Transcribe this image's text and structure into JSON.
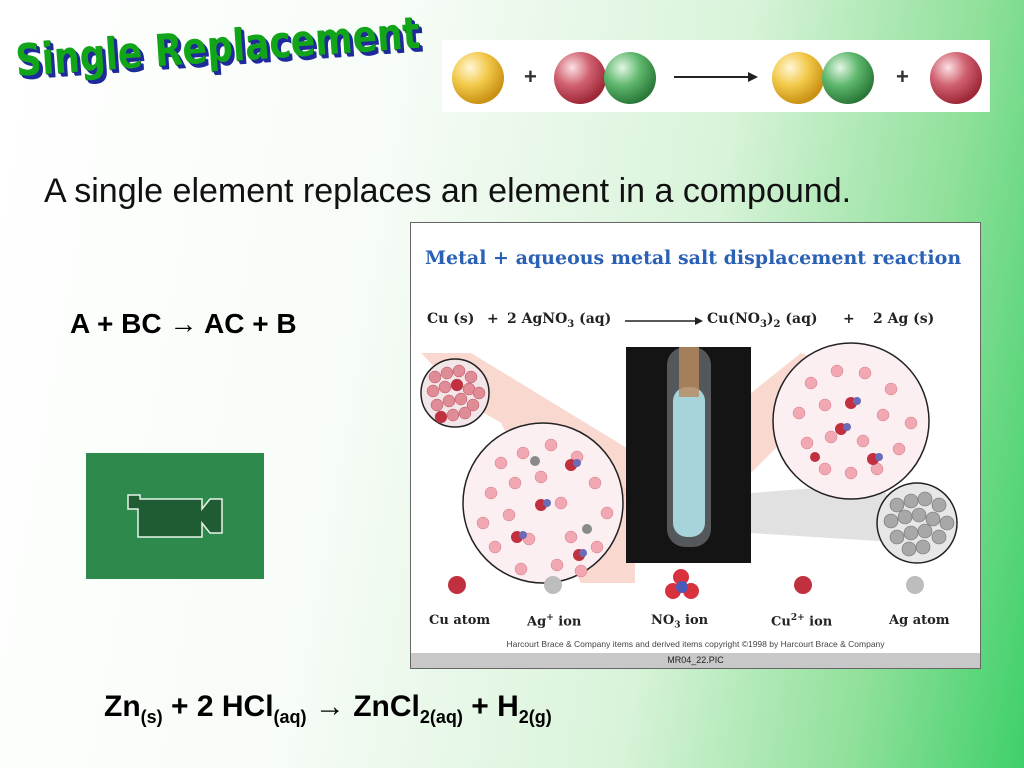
{
  "slide": {
    "title": "Single Replacement",
    "subtitle": "A single element replaces an element in a compound.",
    "general_equation": "A + BC → AC + B",
    "bottom_equation": {
      "zn": "Zn",
      "zn_state": "(s)",
      "plus1": " + 2 HCl",
      "hcl_state": "(aq)",
      "arrow": " →  ZnCl",
      "zncl_sub": "2(aq)",
      "plus2": " + H",
      "h_sub": "2(g)"
    }
  },
  "reaction_strip": {
    "plus_symbol": "+",
    "colors": {
      "yellow": "#f2c94a",
      "red": "#c9444f",
      "green": "#3e9a52"
    }
  },
  "video": {
    "icon": "video-camera-icon",
    "background": "#2d8a4c"
  },
  "figure": {
    "title": "Metal + aqueous metal salt displacement reaction",
    "equation": {
      "cu": "Cu (s)",
      "plus": "+",
      "agno3_a": "2 AgNO",
      "agno3_sub": "3",
      "agno3_b": " (aq)",
      "cuno3_a": "Cu(NO",
      "cuno3_sub1": "3",
      "cuno3_b": ")",
      "cuno3_sub2": "2",
      "cuno3_c": " (aq)",
      "plus2": "+",
      "ag": "2 Ag (s)"
    },
    "legend": {
      "cu_atom": "Cu atom",
      "ag_ion_a": "Ag",
      "ag_ion_sup": "+",
      "ag_ion_b": " ion",
      "no3_a": "NO",
      "no3_sub": "3",
      "no3_b": " ion",
      "cu2_a": "Cu",
      "cu2_sup": "2+",
      "cu2_b": " ion",
      "ag_atom": "Ag atom"
    },
    "copyright": "Harcourt Brace & Company items and derived items copyright ©1998 by Harcourt Brace & Company",
    "footer": "MR04_22.PIC"
  }
}
